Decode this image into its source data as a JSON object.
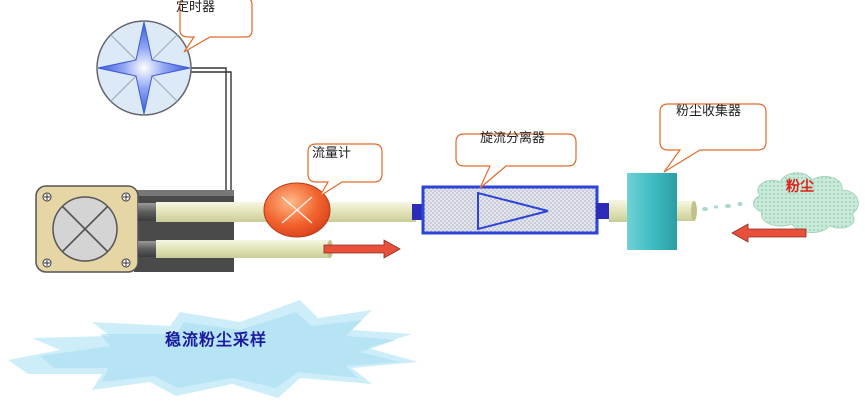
{
  "labels": {
    "timer": "定时器",
    "flowmeter": "流量计",
    "separator": "旋流分离器",
    "collector": "粉尘收集器",
    "dust": "粉尘",
    "title": "稳流粉尘采样"
  },
  "colors": {
    "timer_face": "#dbeaf8",
    "star": "#5a78e8",
    "flowmeter": "#f05a2a",
    "separator_border": "#2c44d8",
    "separator_fill": "#d6d8e4",
    "collector": "#48c4c8",
    "tube": "#e6e8c0",
    "arrow": "#e8503c",
    "cloud": "#bfe8f6",
    "dust_cloud": "#c2e6d6",
    "dust_text": "#e0201a",
    "title_text": "#1a1a9e"
  },
  "icons": {
    "timer": "compass-star-icon",
    "pump_fan": "x-cross-icon",
    "flowmeter": "x-cross-icon",
    "separator": "cone-triangle-icon",
    "flow_arrow": "right-arrow-icon",
    "intake_arrow": "left-arrow-icon"
  }
}
